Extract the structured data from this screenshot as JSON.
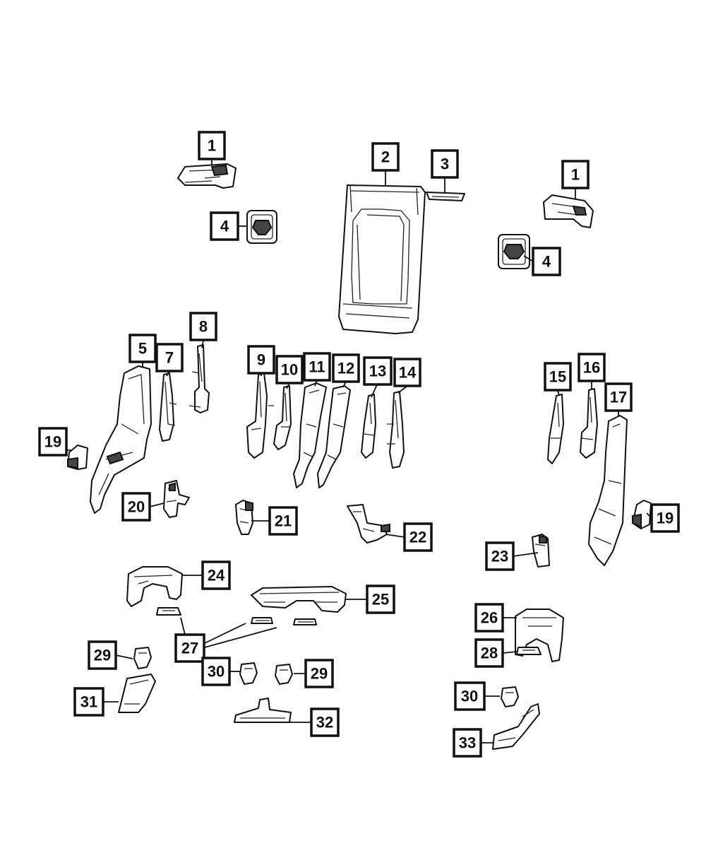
{
  "callouts": [
    {
      "id": "c1a",
      "label": "1"
    },
    {
      "id": "c1b",
      "label": "1"
    },
    {
      "id": "c2",
      "label": "2"
    },
    {
      "id": "c3",
      "label": "3"
    },
    {
      "id": "c4a",
      "label": "4"
    },
    {
      "id": "c4b",
      "label": "4"
    },
    {
      "id": "c5",
      "label": "5"
    },
    {
      "id": "c7",
      "label": "7"
    },
    {
      "id": "c8",
      "label": "8"
    },
    {
      "id": "c9",
      "label": "9"
    },
    {
      "id": "c10",
      "label": "10"
    },
    {
      "id": "c11",
      "label": "11"
    },
    {
      "id": "c12",
      "label": "12"
    },
    {
      "id": "c13",
      "label": "13"
    },
    {
      "id": "c14",
      "label": "14"
    },
    {
      "id": "c15",
      "label": "15"
    },
    {
      "id": "c16",
      "label": "16"
    },
    {
      "id": "c17",
      "label": "17"
    },
    {
      "id": "c19a",
      "label": "19"
    },
    {
      "id": "c19b",
      "label": "19"
    },
    {
      "id": "c20",
      "label": "20"
    },
    {
      "id": "c21",
      "label": "21"
    },
    {
      "id": "c22",
      "label": "22"
    },
    {
      "id": "c23",
      "label": "23"
    },
    {
      "id": "c24",
      "label": "24"
    },
    {
      "id": "c25",
      "label": "25"
    },
    {
      "id": "c26",
      "label": "26"
    },
    {
      "id": "c27",
      "label": "27"
    },
    {
      "id": "c28",
      "label": "28"
    },
    {
      "id": "c29a",
      "label": "29"
    },
    {
      "id": "c29b",
      "label": "29"
    },
    {
      "id": "c30a",
      "label": "30"
    },
    {
      "id": "c30b",
      "label": "30"
    },
    {
      "id": "c31",
      "label": "31"
    },
    {
      "id": "c32",
      "label": "32"
    },
    {
      "id": "c33",
      "label": "33"
    }
  ]
}
